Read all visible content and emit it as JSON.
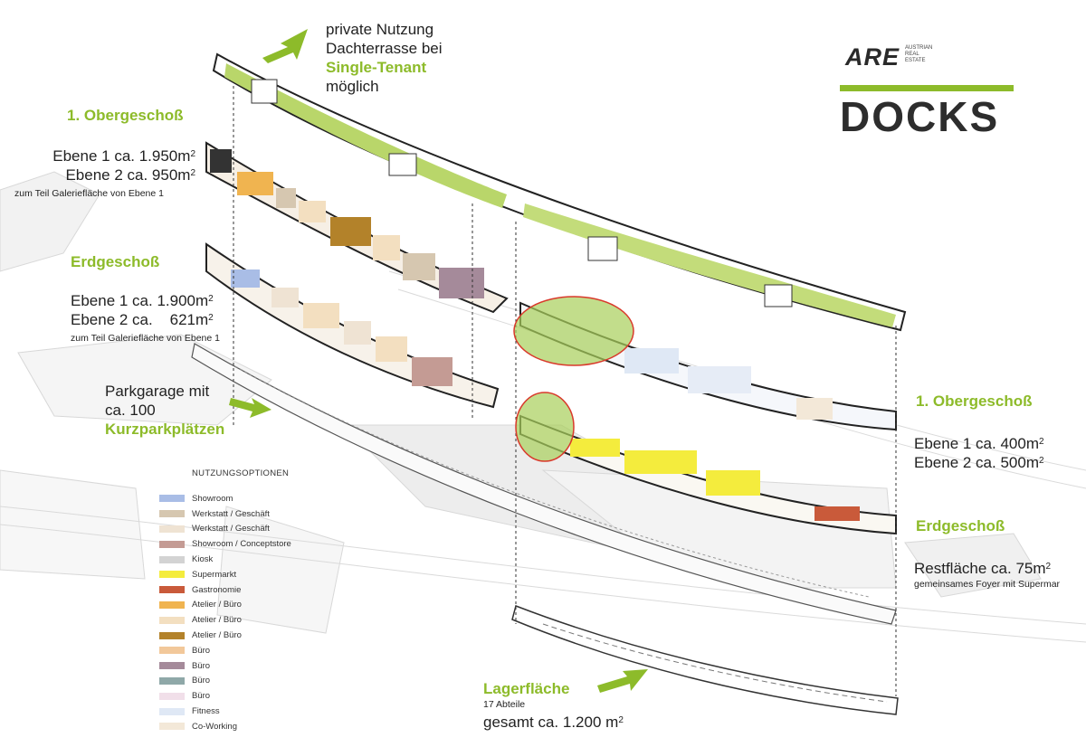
{
  "labels": {
    "roof": {
      "line1": "private Nutzung",
      "line2": "Dachterrasse bei",
      "line3": "Single-Tenant",
      "line4": "möglich"
    },
    "left_og": {
      "title": "1. Obergeschoß",
      "e1": "Ebene 1 ca. 1.950m",
      "e2": "Ebene 2 ca. 950m",
      "m2": "2",
      "note": "zum Teil Galeriefläche von Ebene 1"
    },
    "left_eg": {
      "title": "Erdgeschoß",
      "e1": "Ebene 1 ca. 1.900m",
      "e2": "Ebene 2 ca.    621m",
      "m2": "2",
      "note": "zum Teil Galeriefläche von Ebene 1"
    },
    "parking": {
      "line1": "Parkgarage mit",
      "line2": "ca. 100",
      "line3": "Kurzparkplätzen"
    },
    "right_og": {
      "title": "1. Obergeschoß",
      "e1": "Ebene 1 ca. 400m",
      "e2": "Ebene 2 ca. 500m",
      "m2": "2"
    },
    "right_eg": {
      "title": "Erdgeschoß",
      "rest": "Restfläche ca. 75m",
      "m2": "2",
      "note": "gemeinsames Foyer mit Supermar"
    },
    "storage": {
      "title": "Lagerfläche",
      "sub": "17 Abteile",
      "total": "gesamt ca. 1.200 m",
      "m2": "2"
    }
  },
  "logo": {
    "brand": "ARE",
    "sub1": "AUSTRIAN",
    "sub2": "REAL",
    "sub3": "ESTATE",
    "name": "DOCKS"
  },
  "legend": {
    "title": "NUTZUNGSOPTIONEN",
    "items": [
      {
        "label": "Showroom",
        "color": "#a9bde6"
      },
      {
        "label": "Werkstatt / Geschäft",
        "color": "#d6c7b0"
      },
      {
        "label": "Werkstatt / Geschäft",
        "color": "#efe3d3"
      },
      {
        "label": "Showroom / Conceptstore",
        "color": "#c49b94"
      },
      {
        "label": "Kiosk",
        "color": "#d3d3d3"
      },
      {
        "label": "Supermarkt",
        "color": "#f4ec3d"
      },
      {
        "label": "Gastronomie",
        "color": "#c95a3a"
      },
      {
        "label": "Atelier / Büro",
        "color": "#f0b450"
      },
      {
        "label": "Atelier / Büro",
        "color": "#f3dfc0"
      },
      {
        "label": "Atelier / Büro",
        "color": "#b3822a"
      },
      {
        "label": "Büro",
        "color": "#f2c89a"
      },
      {
        "label": "Büro",
        "color": "#a58a9a"
      },
      {
        "label": "Büro",
        "color": "#8fa8a8"
      },
      {
        "label": "Büro",
        "color": "#f1dfe9"
      },
      {
        "label": "Fitness",
        "color": "#dfe8f5"
      },
      {
        "label": "Co-Working",
        "color": "#f3e8d8"
      }
    ]
  },
  "colors": {
    "accent_green": "#8dbb2a",
    "highlight_green": "#a8cf5a",
    "highlight_ring": "#d9392b"
  }
}
